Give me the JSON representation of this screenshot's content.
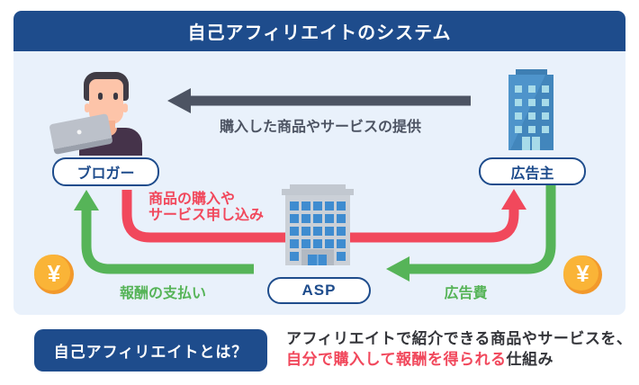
{
  "header": {
    "title": "自己アフィリエイトのシステム"
  },
  "diagram": {
    "actors": {
      "blogger": {
        "label": "ブロガー"
      },
      "advertiser": {
        "label": "広告主"
      },
      "asp": {
        "label": "ASP"
      }
    },
    "flows": {
      "provide": {
        "label": "購入した商品やサービスの提供"
      },
      "purchase": {
        "label_line1": "商品の購入や",
        "label_line2": "サービス申し込み"
      },
      "reward": {
        "label": "報酬の支払い"
      },
      "ad_fee": {
        "label": "広告費"
      }
    },
    "coin": {
      "symbol": "¥"
    }
  },
  "footer": {
    "question": "自己アフィリエイトとは？",
    "answer": {
      "line1": "アフィリエイトで紹介できる商品やサービスを、",
      "highlight": "自分で購入して報酬を得られる",
      "tail": "仕組み"
    }
  },
  "colors": {
    "navy": "#1E4C8C",
    "panel_blue": "#E9F1FB",
    "red": "#F1485C",
    "green": "#56B458",
    "arrow_gray": "#4D5463",
    "coin_orange": "#F9B233"
  }
}
